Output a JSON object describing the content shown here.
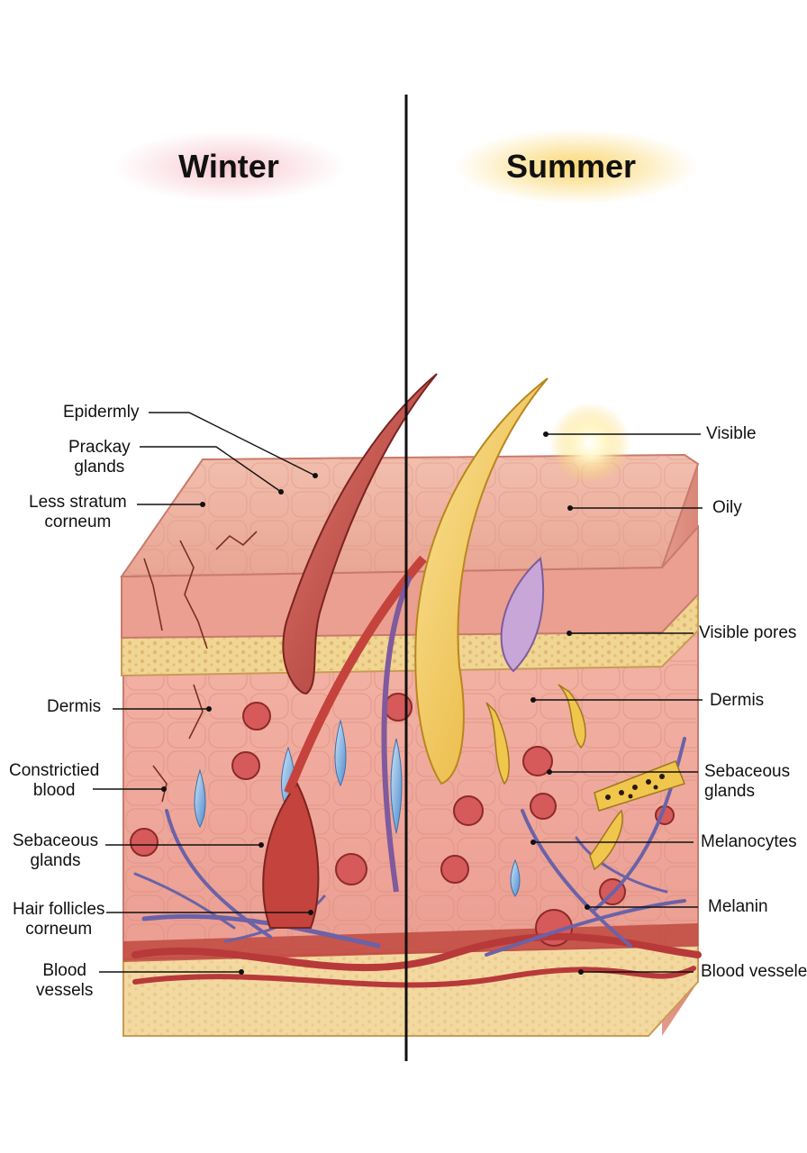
{
  "headings": {
    "winter": "Winter",
    "summer": "Summer"
  },
  "colors": {
    "winter_glow": "#f4b8c4",
    "summer_glow": "#f9d25e",
    "epidermis": "#eeb0a0",
    "dermis": "#f0aaa0",
    "fat_layer": "#f3d9a0",
    "vein": "#6b62a8",
    "artery": "#b8393a",
    "hair_winter": "#b9473f",
    "hair_summer": "#f1c84a",
    "droplet": "#7fb3e0"
  },
  "winter_labels": {
    "epidermis": [
      "Epidermly"
    ],
    "prackay": [
      "Prackay",
      "glands"
    ],
    "stratum": [
      "Less stratum",
      "corneum"
    ],
    "dermis": [
      "Dermis"
    ],
    "constricted": [
      "Constrictied",
      "blood"
    ],
    "sebaceous": [
      "Sebaceous",
      "glands"
    ],
    "follicles": [
      "Hair follicles",
      "corneum"
    ],
    "vessels": [
      "Blood",
      "vessels"
    ]
  },
  "summer_labels": {
    "visible": [
      "Visible"
    ],
    "oily": [
      "Oily"
    ],
    "pores": [
      "Visible pores"
    ],
    "dermis": [
      "Dermis"
    ],
    "sebaceous": [
      "Sebaceous",
      "glands"
    ],
    "melanocytes": [
      "Melanocytes"
    ],
    "melanin": [
      "Melanin"
    ],
    "vessels": [
      "Blood vessele"
    ]
  }
}
